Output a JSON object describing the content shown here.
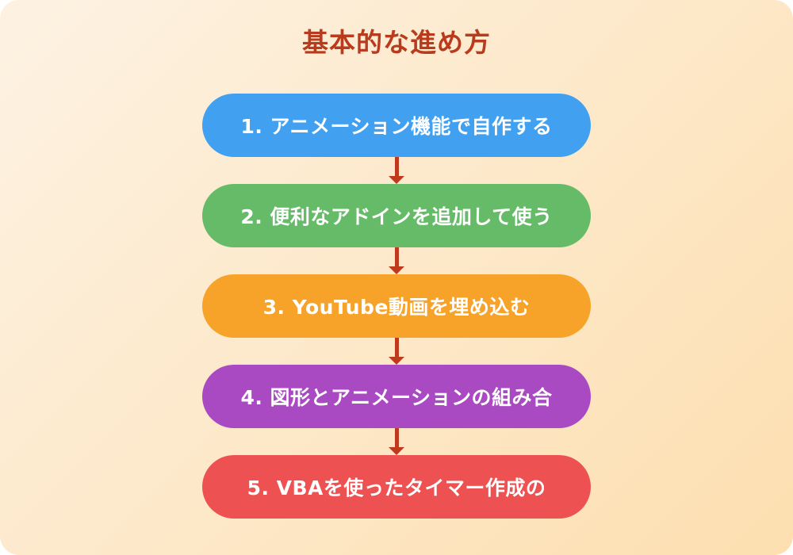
{
  "title": {
    "text": "基本的な進め方",
    "color": "#b93b1d"
  },
  "background": {
    "gradient_start": "#fdf2e3",
    "gradient_end": "#fddfb0",
    "outer": "#ffffff"
  },
  "arrow": {
    "color": "#bf3a1d"
  },
  "step_text_color": "#ffffff",
  "steps": [
    {
      "label": "1. アニメーション機能で自作する",
      "color": "#41a1f0"
    },
    {
      "label": "2. 便利なアドインを追加して使う",
      "color": "#65bb68"
    },
    {
      "label": "3. YouTube動画を埋め込む",
      "color": "#f7a329"
    },
    {
      "label": "4. 図形とアニメーションの組み合",
      "color": "#a94ac2"
    },
    {
      "label": "5. VBAを使ったタイマー作成の",
      "color": "#ee5151"
    }
  ]
}
